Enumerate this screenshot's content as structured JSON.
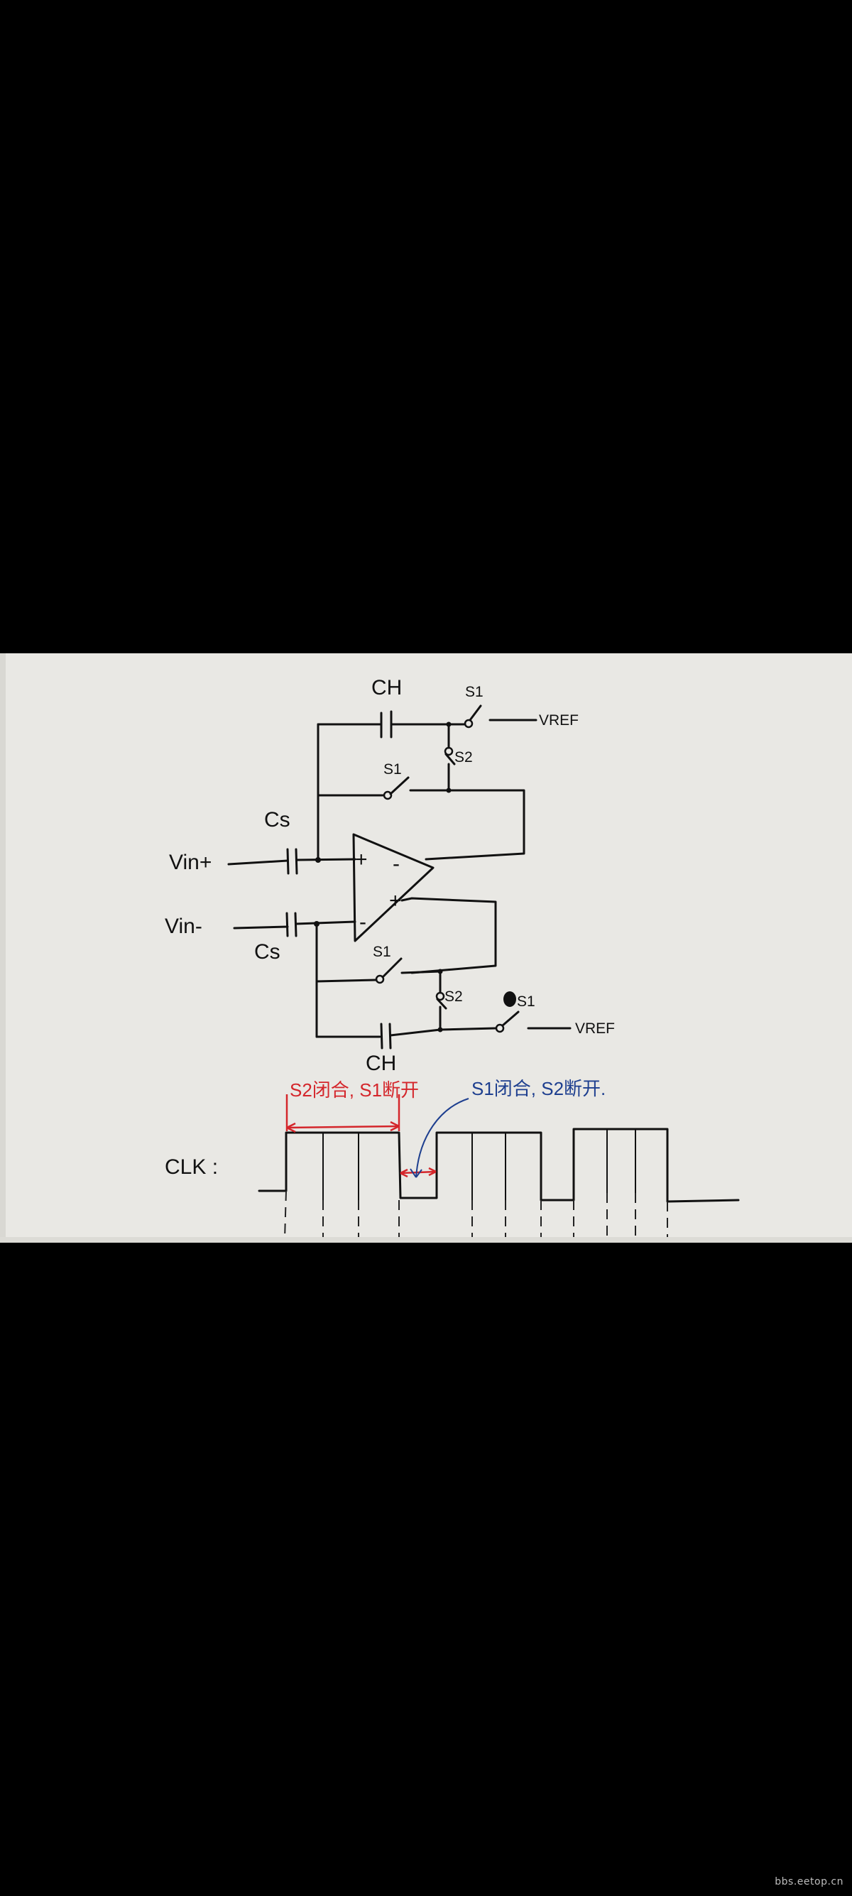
{
  "diagram": {
    "capacitor_hold_top": "CH",
    "capacitor_hold_bottom": "CH",
    "capacitor_sample_top": "Cs",
    "capacitor_sample_bottom": "Cs",
    "input_pos": "Vin+",
    "input_neg": "Vin-",
    "vref_top": "VREF",
    "vref_bottom": "VREF",
    "switch_s1": "S1",
    "switch_s2": "S2",
    "opamp_plus": "+",
    "opamp_minus": "-",
    "clk_label": "CLK :",
    "annotation_red": "S2闭合, S1断开",
    "annotation_blue": "S1闭合, S2断开."
  },
  "watermark": "bbs.eetop.cn",
  "colors": {
    "paper": "#e9e8e4",
    "ink": "#111111",
    "red": "#d4262b",
    "blue": "#1e3f8f"
  }
}
